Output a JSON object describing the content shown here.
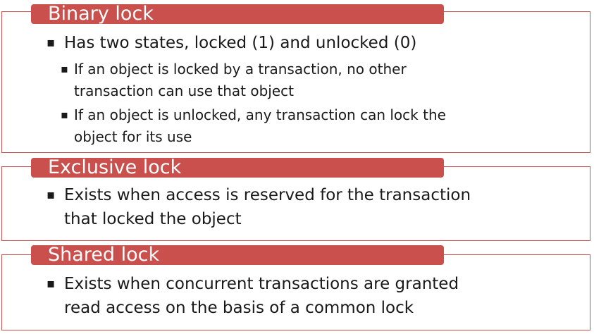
{
  "colors": {
    "accent": "#c9504c",
    "text": "#1a1a1a",
    "tab_text": "#ffffff"
  },
  "sections": {
    "binary": {
      "title": "Binary lock",
      "bullet1_line1": "Has two states, locked (1) and unlocked (0)",
      "sub1_line1": "If an object is locked by a transaction, no other",
      "sub1_line2": "transaction can use that object",
      "sub2_line1": "If an object is unlocked, any transaction can lock the",
      "sub2_line2": "object for its use"
    },
    "exclusive": {
      "title": "Exclusive lock",
      "bullet1_line1": "Exists when access is reserved for the transaction",
      "bullet1_line2": "that locked the object"
    },
    "shared": {
      "title": "Shared lock",
      "bullet1_line1": "Exists when concurrent transactions are granted",
      "bullet1_line2": "read access on the basis of a common lock"
    }
  },
  "bullet_marker": "▪"
}
